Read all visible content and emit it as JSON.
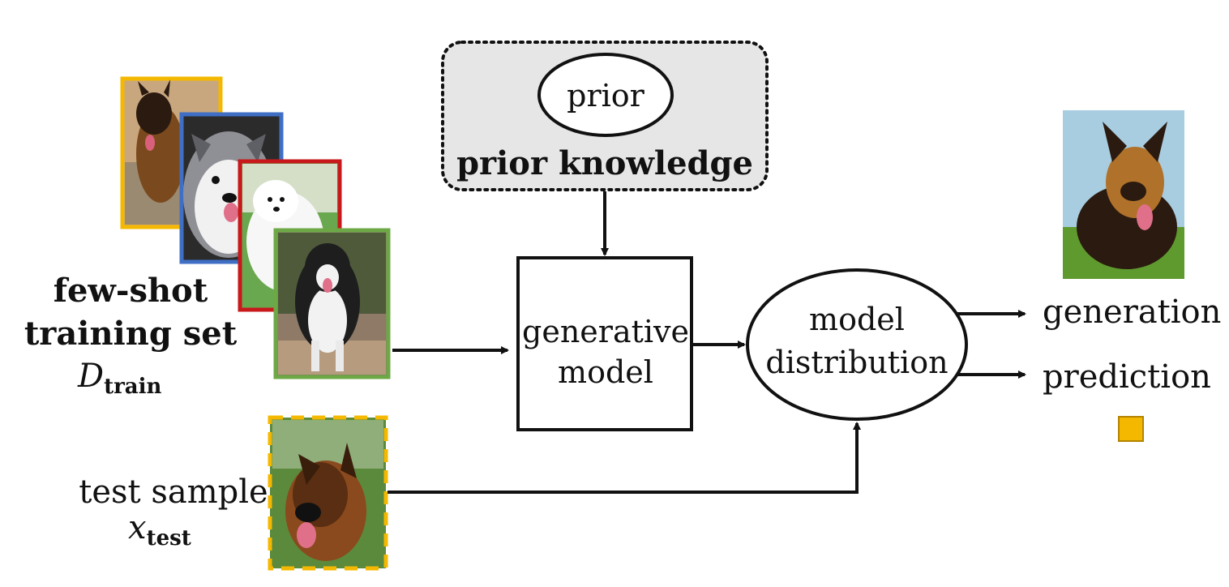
{
  "prior_box": {
    "inner_label": "prior",
    "title": "prior knowledge"
  },
  "training_set": {
    "line1": "few-shot",
    "line2": "training set",
    "symbol": "D",
    "subscript": "train",
    "frame_colors": [
      "#f5b800",
      "#3f6fc4",
      "#c8181b",
      "#6ca845"
    ]
  },
  "test_sample": {
    "line1": "test sample",
    "symbol": "x",
    "subscript": "test",
    "frame_color": "#f5b800"
  },
  "generative_model": {
    "line1": "generative",
    "line2": "model"
  },
  "model_distribution": {
    "line1": "model",
    "line2": "distribution"
  },
  "outputs": {
    "generation": "generation",
    "prediction": "prediction",
    "prediction_marker_color": "#f5b800"
  },
  "icons": {
    "training_images": [
      "german-shepherd-photo-icon",
      "husky-puppy-photo-icon",
      "white-puppy-photo-icon",
      "malamute-photo-icon"
    ],
    "test_image": "german-shepherd-head-photo-icon",
    "generated_image": "german-shepherd-lying-photo-icon"
  }
}
